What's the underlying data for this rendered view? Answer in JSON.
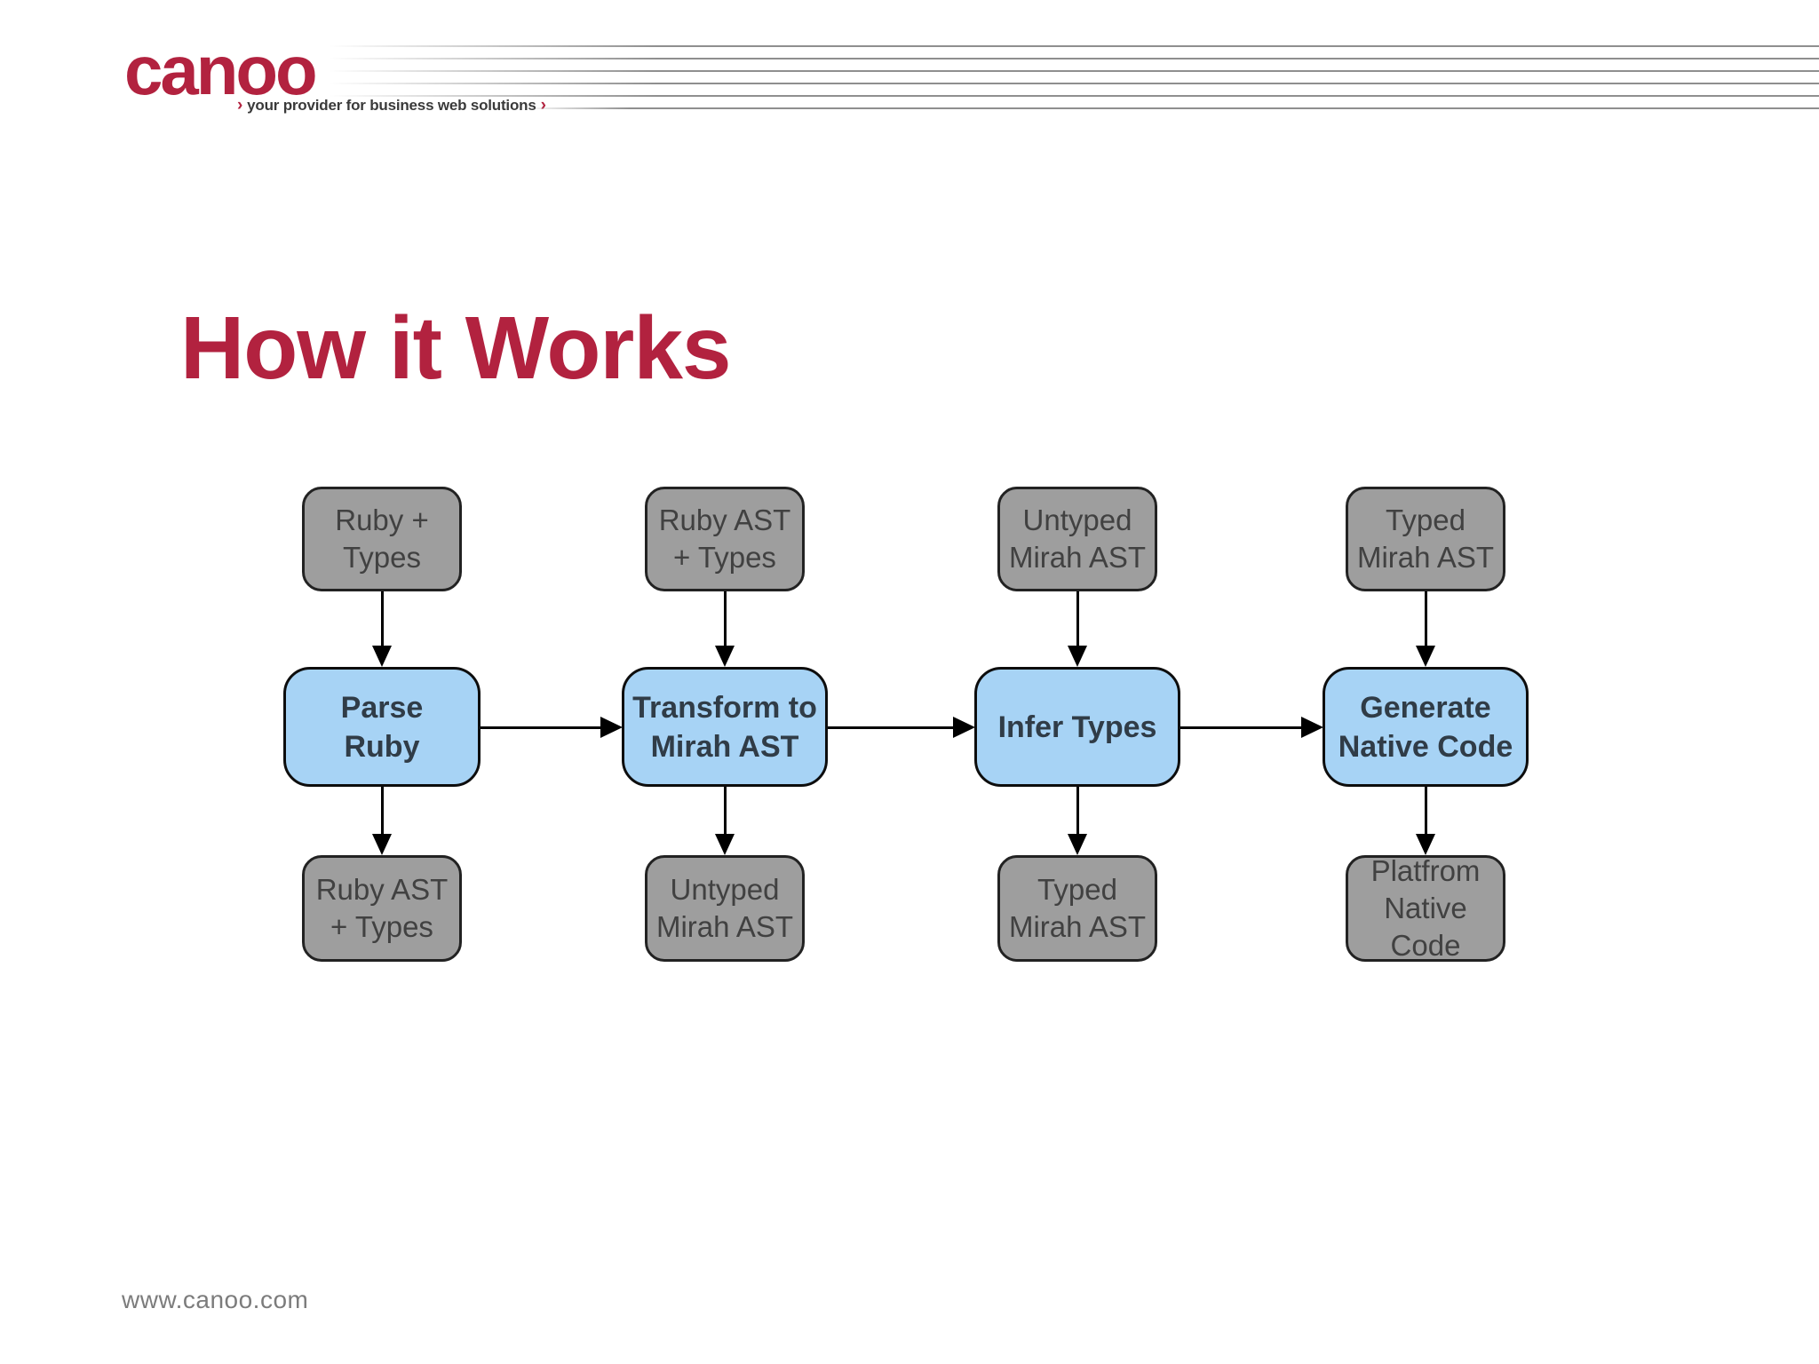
{
  "header": {
    "logo_text": "canoo",
    "tagline": {
      "chevron_left": "›",
      "text": "your provider for business web solutions",
      "chevron_right": "›"
    }
  },
  "title": "How it Works",
  "diagram": {
    "columns": [
      {
        "input": "Ruby +\nTypes",
        "process": "Parse\nRuby",
        "output": "Ruby AST\n+ Types"
      },
      {
        "input": "Ruby AST\n+ Types",
        "process": "Transform to\nMirah AST",
        "output": "Untyped\nMirah AST"
      },
      {
        "input": "Untyped\nMirah AST",
        "process": "Infer Types",
        "output": "Typed\nMirah AST"
      },
      {
        "input": "Typed\nMirah AST",
        "process": "Generate\nNative Code",
        "output": "Platfrom\nNative Code"
      }
    ]
  },
  "footer": {
    "url_text": "www.canoo.com"
  },
  "colors": {
    "brand_crimson": "#b2223f",
    "process_box_fill": "#a7d3f5",
    "artifact_box_fill": "#9e9e9e",
    "header_line_gray": "#8f8f8f",
    "arrow_black": "#000000"
  }
}
